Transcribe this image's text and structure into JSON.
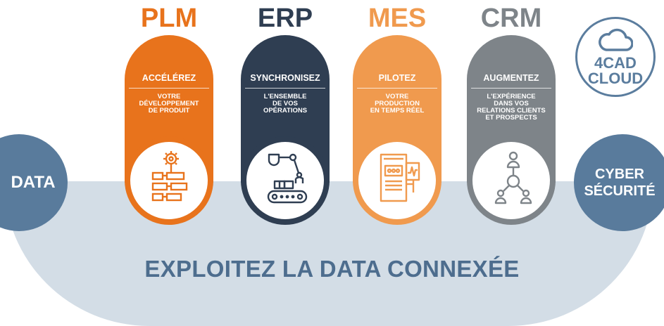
{
  "tagline": "EXPLOITEZ LA DATA CONNEXÉE",
  "data_circle": "DATA",
  "cyber_circle": {
    "line1": "CYBER",
    "line2": "SÉCURITÉ"
  },
  "cloud_badge": {
    "line1": "4CAD",
    "line2": "CLOUD",
    "icon": "cloud-icon"
  },
  "pillars": [
    {
      "title": "PLM",
      "heading": "ACCÉLÉREZ",
      "desc": "VOTRE\nDÉVELOPPEMENT\nDE PRODUIT",
      "color": "#e8731c",
      "icon": "gear-diagram-icon"
    },
    {
      "title": "ERP",
      "heading": "SYNCHRONISEZ",
      "desc": "L'ENSEMBLE\nDE VOS\nOPÉRATIONS",
      "color": "#2f3e52",
      "icon": "robot-arm-conveyor-icon"
    },
    {
      "title": "MES",
      "heading": "PILOTEZ",
      "desc": "VOTRE\nPRODUCTION\nEN TEMPS RÉEL",
      "color": "#f09a4e",
      "icon": "machine-monitor-icon"
    },
    {
      "title": "CRM",
      "heading": "AUGMENTEZ",
      "desc": "L'EXPÉRIENCE\nDANS VOS\nRELATIONS CLIENTS\nET PROSPECTS",
      "color": "#7e8489",
      "icon": "people-network-icon"
    }
  ]
}
